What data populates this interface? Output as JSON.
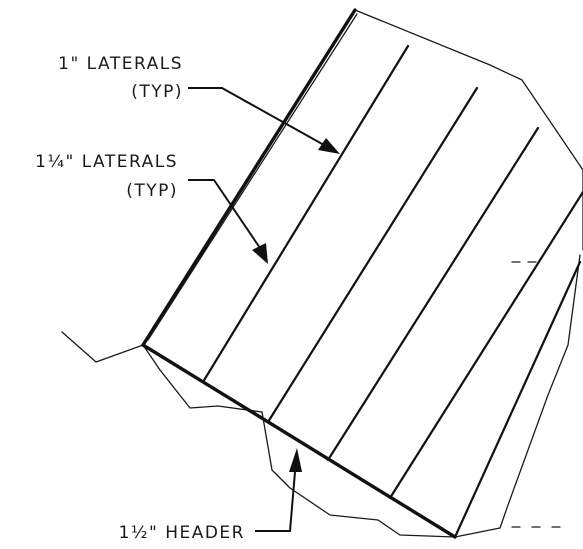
{
  "labels": {
    "lateral_1": {
      "line1": "1\" LATERALS",
      "line2": "(TYP)"
    },
    "lateral_1_25": {
      "line1": "1¼\" LATERALS",
      "line2": "(TYP)"
    },
    "header": {
      "line1": "1½\" HEADER"
    }
  }
}
